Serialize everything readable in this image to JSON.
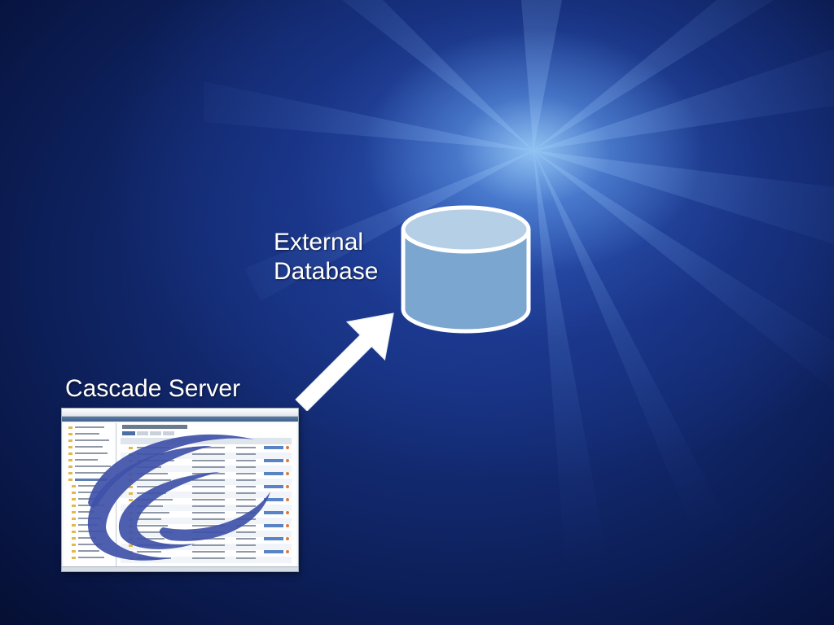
{
  "slide": {
    "database_label_line1": "External",
    "database_label_line2": "Database",
    "server_label": "Cascade Server"
  },
  "colors": {
    "database_top": "#b5cfe6",
    "database_body": "#7ba6cf",
    "database_outline": "#ffffff",
    "arrow": "#ffffff",
    "logo": "#3f51a8",
    "text": "#ffffff"
  },
  "icons": {
    "database": "database-cylinder-icon",
    "arrow": "arrow-up-right-icon",
    "logo": "cascade-swirl-logo"
  }
}
